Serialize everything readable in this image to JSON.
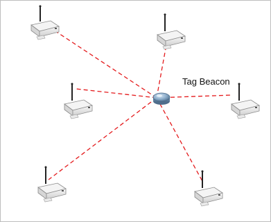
{
  "diagram": {
    "label": "Tag Beacon",
    "center_node": "tag-beacon",
    "nodes": [
      {
        "id": "reader-top-left"
      },
      {
        "id": "reader-top-right"
      },
      {
        "id": "reader-middle-left"
      },
      {
        "id": "reader-right"
      },
      {
        "id": "reader-bottom-left"
      },
      {
        "id": "reader-bottom-right"
      }
    ],
    "link_style": "dashed",
    "colors": {
      "link": "#e41a1c",
      "beacon": "#6c8fb0",
      "reader_body": "#e8e8e8",
      "antenna": "#222222"
    }
  }
}
